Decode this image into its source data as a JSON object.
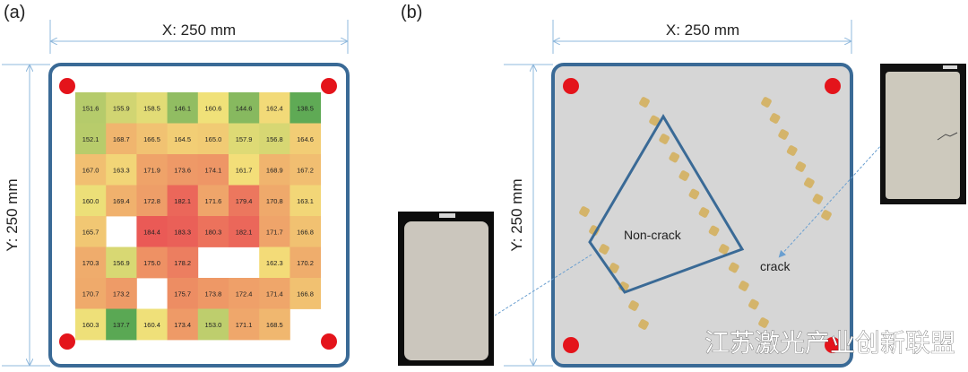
{
  "panel_a": {
    "label": "(a)",
    "x_dimension": "X: 250 mm",
    "y_dimension": "Y: 250 mm",
    "colors": {
      "frame": "#3a6a96",
      "hole": "#e4141b",
      "dimension_line": "#8fb8dc"
    },
    "heatmap": {
      "rows": 8,
      "cols": 8,
      "values": [
        [
          "151.6",
          "155.9",
          "158.5",
          "146.1",
          "160.6",
          "144.6",
          "162.4",
          "138.5"
        ],
        [
          "152.1",
          "168.7",
          "166.5",
          "164.5",
          "165.0",
          "157.9",
          "156.8",
          "164.6"
        ],
        [
          "167.0",
          "163.3",
          "171.9",
          "173.6",
          "174.1",
          "161.7",
          "168.9",
          "167.2"
        ],
        [
          "160.0",
          "169.4",
          "172.8",
          "182.1",
          "171.6",
          "179.4",
          "170.8",
          "163.1"
        ],
        [
          "165.7",
          "",
          "184.4",
          "183.3",
          "180.3",
          "182.1",
          "171.7",
          "166.8"
        ],
        [
          "170.3",
          "156.9",
          "175.0",
          "178.2",
          "",
          "",
          "162.3",
          "170.2"
        ],
        [
          "170.7",
          "173.2",
          "",
          "175.7",
          "173.8",
          "172.4",
          "171.4",
          "166.8"
        ],
        [
          "160.3",
          "137.7",
          "160.4",
          "173.4",
          "153.0",
          "171.1",
          "168.5",
          ""
        ]
      ],
      "color_low": "#5aa854",
      "color_mid": "#f3e27a",
      "color_high": "#ea5a56"
    }
  },
  "panel_b": {
    "label": "(b)",
    "x_dimension": "X: 250 mm",
    "y_dimension": "Y: 250 mm",
    "non_crack_label": "Non-crack",
    "crack_label": "crack",
    "colors": {
      "plate": "#d6d6d6",
      "frame": "#3a6a96",
      "hole": "#e4141b",
      "sample_dot": "#d4b46a",
      "arrow": "#6a9fd0"
    }
  },
  "watermark": "江苏激光产业创新联盟"
}
